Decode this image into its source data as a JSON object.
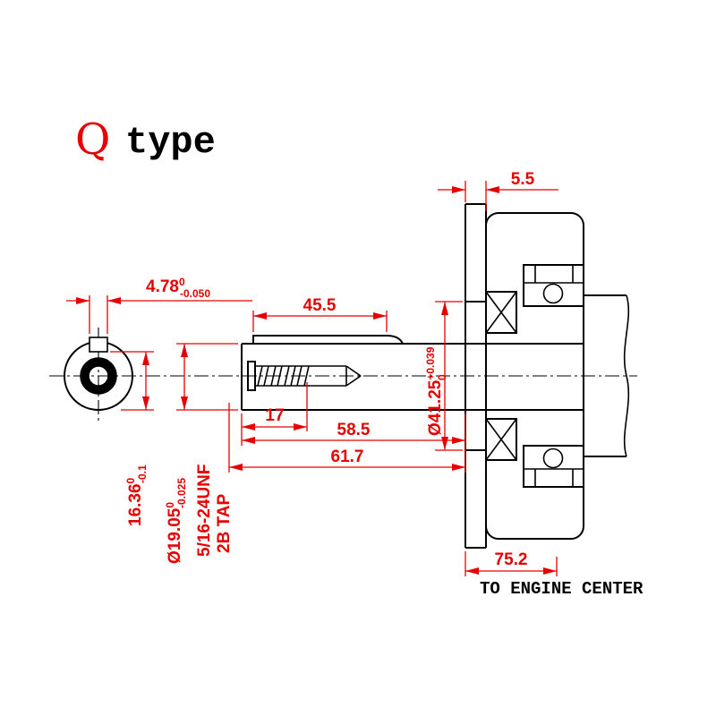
{
  "title": {
    "letter": "Q",
    "word": "type"
  },
  "colors": {
    "dimension": "#e60000",
    "line": "#000000",
    "background": "#ffffff"
  },
  "dims": {
    "flange_thickness": "5.5",
    "key_width": {
      "main": "4.78",
      "tol_top": "0",
      "tol_bot": "-0.050"
    },
    "key_length": "45.5",
    "end_height": {
      "main": "16.36",
      "tol_top": "0",
      "tol_bot": "-0.1"
    },
    "shaft_dia": {
      "main": "Ø19.05",
      "tol_top": "0",
      "tol_bot": "-0.025"
    },
    "bore_dia": {
      "main": "Ø41.25",
      "tol_top": "+0.039",
      "tol_bot": "0"
    },
    "thread_depth": "17",
    "length_to_case": "58.5",
    "overall_length": "61.7",
    "engine_center_offset": "75.2"
  },
  "labels": {
    "tap_spec_line1": "5/16-24UNF",
    "tap_spec_line2": "2B TAP",
    "to_engine_center": "TO ENGINE CENTER"
  }
}
